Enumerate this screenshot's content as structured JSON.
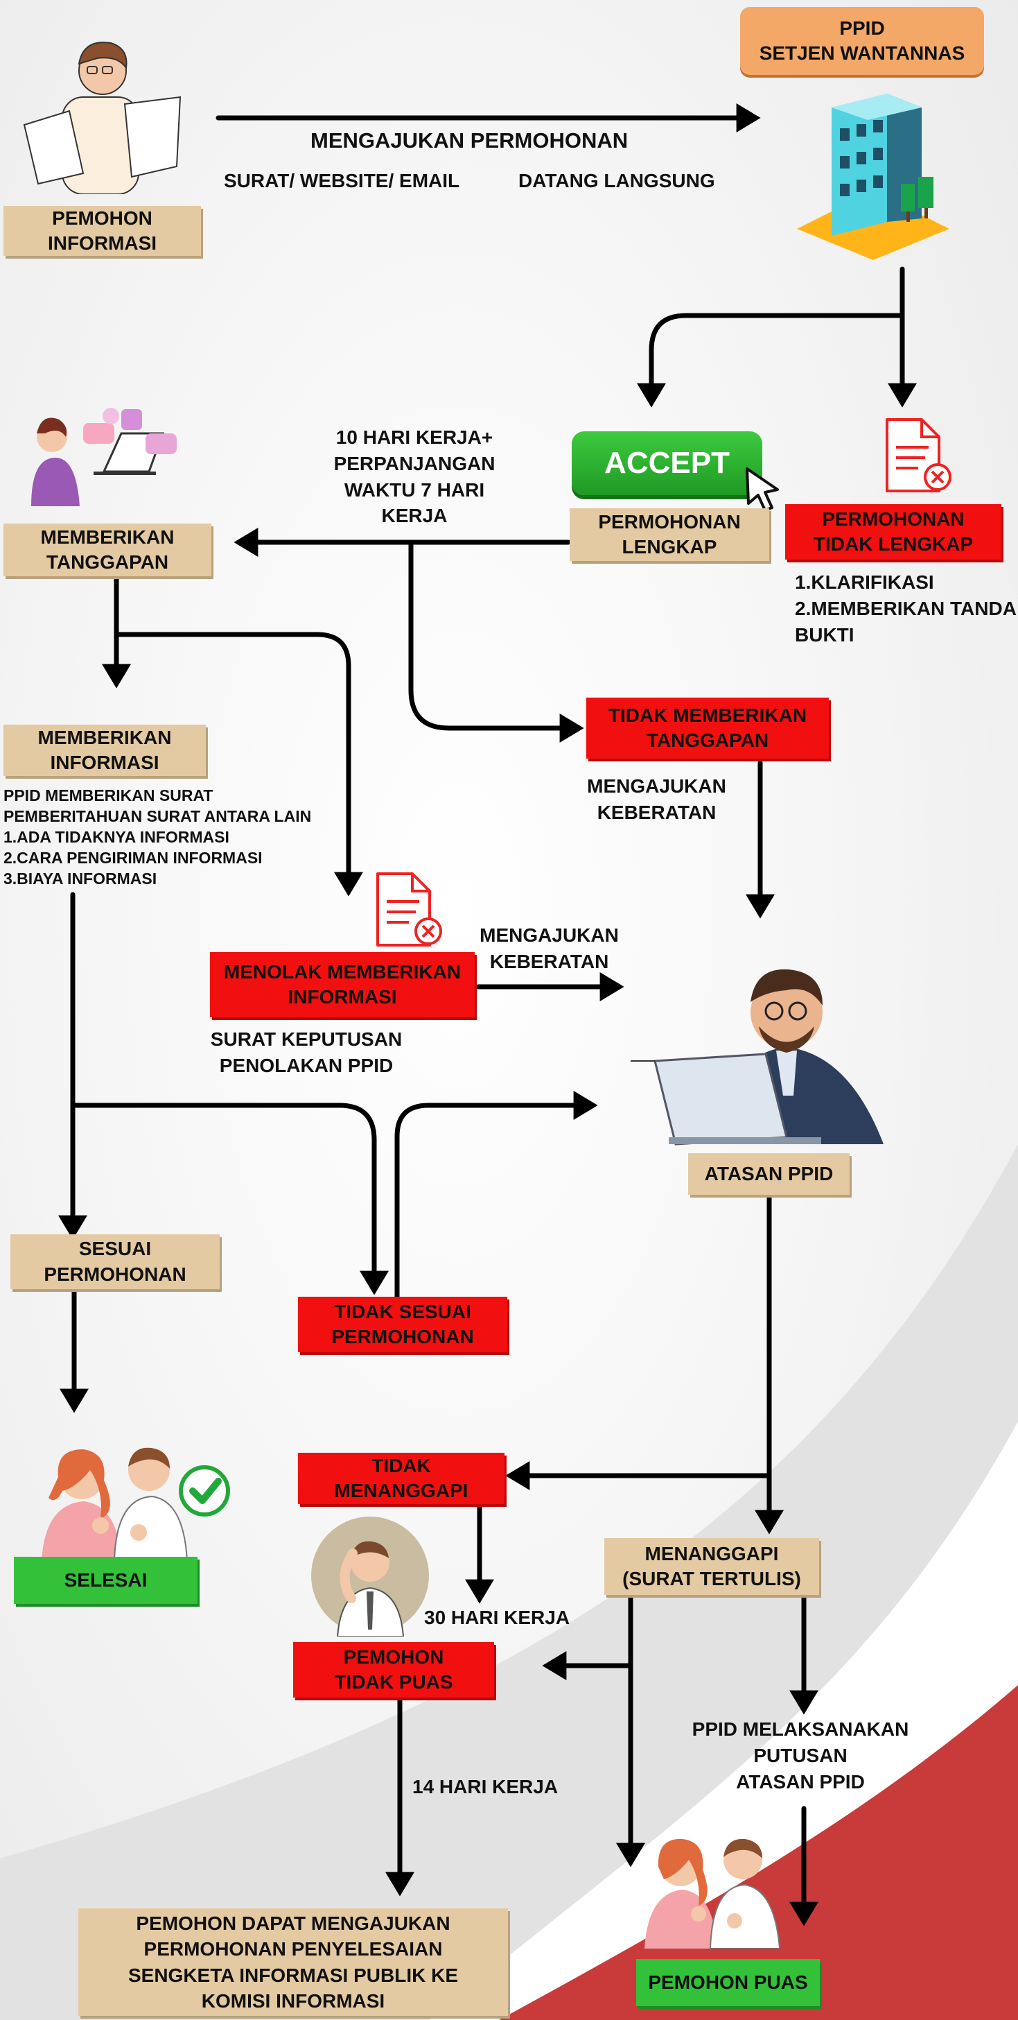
{
  "header": {
    "ppid_line1": "PPID",
    "ppid_line2": "SETJEN WANTANNAS"
  },
  "nodes": {
    "pemohon_informasi": "PEMOHON\nINFORMASI",
    "memberikan_tanggapan": "MEMBERIKAN\nTANGGAPAN",
    "accept_button": "ACCEPT",
    "permohonan_lengkap": "PERMOHONAN\nLENGKAP",
    "permohonan_tidak_lengkap": "PERMOHONAN\nTIDAK LENGKAP",
    "memberikan_informasi": "MEMBERIKAN\nINFORMASI",
    "tidak_memberikan_tanggapan": "TIDAK MEMBERIKAN\nTANGGAPAN",
    "menolak_memberikan_informasi": "MENOLAK MEMBERIKAN\nINFORMASI",
    "atasan_ppid": "ATASAN PPID",
    "sesuai_permohonan": "SESUAI\nPERMOHONAN",
    "tidak_sesuai_permohonan": "TIDAK SESUAI\nPERMOHONAN",
    "selesai": "SELESAI",
    "tidak_menanggapi": "TIDAK MENANGGAPI",
    "menanggapi": "MENANGGAPI\n(SURAT TERTULIS)",
    "pemohon_tidak_puas": "PEMOHON\nTIDAK PUAS",
    "pemohon_puas": "PEMOHON PUAS",
    "sengketa": "PEMOHON DAPAT MENGAJUKAN\nPERMOHONAN PENYELESAIAN\nSENGKETA INFORMASI PUBLIK KE\nKOMISI INFORMASI"
  },
  "labels": {
    "mengajukan_permohonan": "MENGAJUKAN PERMOHONAN",
    "surat_website_email": "SURAT/ WEBSITE/ EMAIL",
    "datang_langsung": "DATANG LANGSUNG",
    "sepuluh_hari": "10 HARI KERJA+\nPERPANJANGAN\nWAKTU 7 HARI\nKERJA",
    "klarifikasi": "1.KLARIFIKASI\n2.MEMBERIKAN TANDA\nBUKTI",
    "ppid_surat": "PPID MEMBERIKAN SURAT\nPEMBERITAHUAN SURAT ANTARA LAIN\n1.ADA TIDAKNYA INFORMASI\n2.CARA PENGIRIMAN INFORMASI\n3.BIAYA INFORMASI",
    "mengajukan_keberatan_1": "MENGAJUKAN\nKEBERATAN",
    "mengajukan_keberatan_2": "MENGAJUKAN\nKEBERATAN",
    "surat_keputusan": "SURAT KEPUTUSAN\nPENOLAKAN PPID",
    "tiga_puluh_hari": "30 HARI KERJA",
    "empat_belas_hari": "14 HARI KERJA",
    "ppid_melaksanakan": "PPID MELAKSANAKAN\nPUTUSAN\nATASAN PPID"
  },
  "colors": {
    "tan": "#e4caa2",
    "red": "#f20f0f",
    "green": "#33c13a",
    "arrow": "#000000",
    "accent_red_bg": "#c93a3a"
  }
}
